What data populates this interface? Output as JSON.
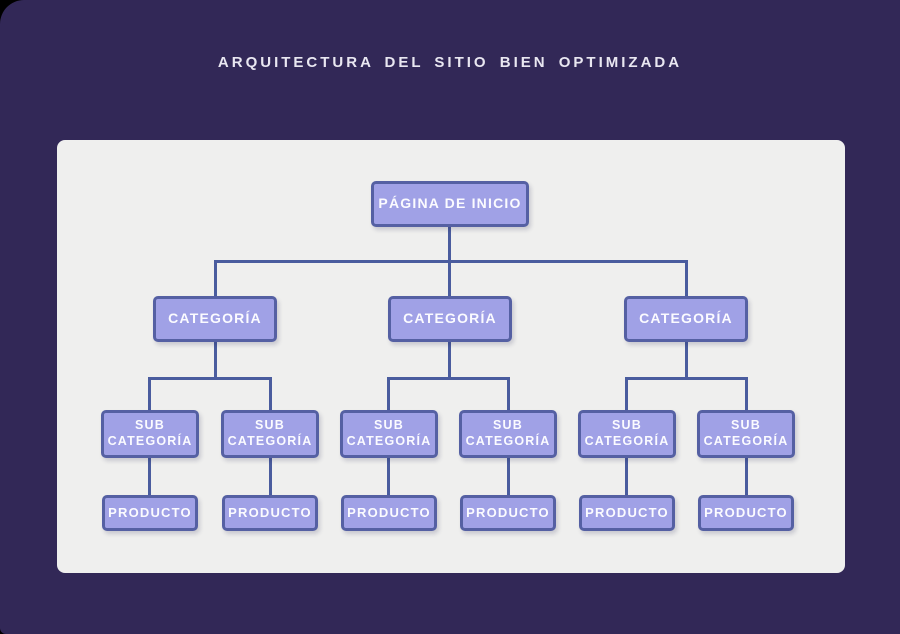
{
  "title": "ARQUITECTURA DEL SITIO BIEN OPTIMIZADA",
  "diagram": {
    "root": {
      "label": "PÁGINA DE INICIO"
    },
    "categories": [
      {
        "label": "CATEGORÍA",
        "subcategories": [
          {
            "label": "SUB CATEGORÍA",
            "product": {
              "label": "PRODUCTO"
            }
          },
          {
            "label": "SUB CATEGORÍA",
            "product": {
              "label": "PRODUCTO"
            }
          }
        ]
      },
      {
        "label": "CATEGORÍA",
        "subcategories": [
          {
            "label": "SUB CATEGORÍA",
            "product": {
              "label": "PRODUCTO"
            }
          },
          {
            "label": "SUB CATEGORÍA",
            "product": {
              "label": "PRODUCTO"
            }
          }
        ]
      },
      {
        "label": "CATEGORÍA",
        "subcategories": [
          {
            "label": "SUB CATEGORÍA",
            "product": {
              "label": "PRODUCTO"
            }
          },
          {
            "label": "SUB CATEGORÍA",
            "product": {
              "label": "PRODUCTO"
            }
          }
        ]
      }
    ]
  },
  "colors": {
    "background": "#322857",
    "panel": "#efefee",
    "node_fill": "#a0a1e6",
    "node_border": "#5560a3",
    "connector": "#4a5c9e",
    "node_text": "#fbfbff",
    "title_text": "#e9e7f1"
  }
}
